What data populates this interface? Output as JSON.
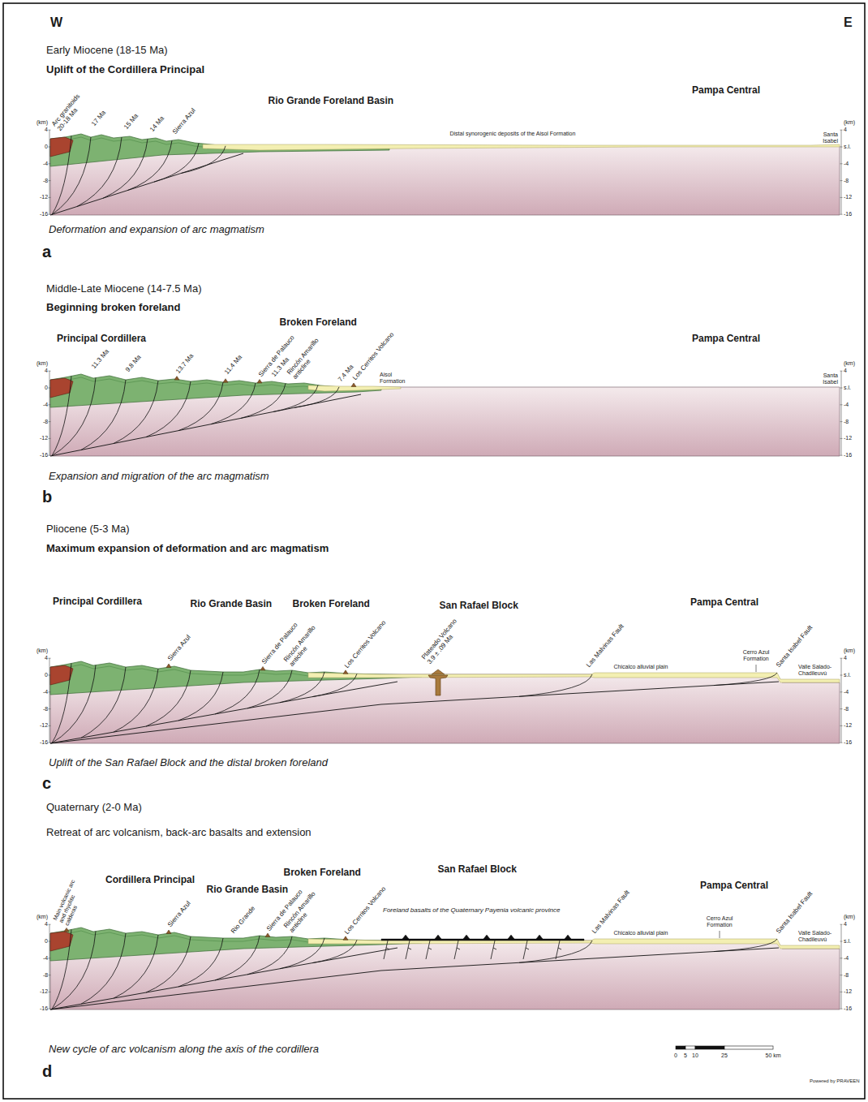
{
  "diagram": {
    "labels": [
      "W",
      "E",
      "Early Miocene (18-15 Ma)",
      "Uplift of the Cordillera Principal",
      "Rio Grande Foreland Basin",
      "Pampa Central",
      "Arc granitoids 20-18 Ma",
      "17 Ma",
      "15 Ma",
      "14 Ma",
      "Sierra Azul",
      "Distal synorogenic deposits of the Aisol Formation",
      "Santa Isabel",
      "(km)",
      "4",
      "0",
      "-4",
      "-8",
      "-12",
      "-16",
      "(km)",
      "4",
      "s.l.",
      "-4",
      "-8",
      "-12",
      "-16",
      "Deformation and expansion of arc magmatism",
      "a",
      "Middle-Late Miocene (14-7.5 Ma)",
      "Beginning broken foreland",
      "Principal Cordillera",
      "Broken Foreland",
      "Pampa Central",
      "11.3 Ma",
      "9.8 Ma",
      "13.7 Ma",
      "11.4 Ma",
      "Sierra de Palauco",
      "11.3 Ma",
      "Rincón Amarillo anticline",
      "7.4 Ma",
      "Los Cerritos Volcano",
      "Aisol Formation",
      "Santa Isabel",
      "(km)",
      "4",
      "0",
      "-4",
      "-8",
      "-12",
      "-16",
      "(km)",
      "4",
      "s.l.",
      "-4",
      "-8",
      "-12",
      "-16",
      "Expansion and migration of the arc magmatism",
      "b",
      "Pliocene (5-3 Ma)",
      "Maximum expansion of deformation and arc magmatism",
      "Principal Cordillera",
      "Rio Grande Basin",
      "Broken Foreland",
      "San Rafael Block",
      "Pampa Central",
      "Sierra Azul",
      "Sierra de Palauco",
      "Rincón Amarillo anticline",
      "Los Cerritos Volcano",
      "Plateado Volcano 3.9 ± .09 Ma",
      "Las Malvinas Fault",
      "Chicalco alluvial plain",
      "Cerro Azul Formation",
      "Santa Isabel Fault",
      "Valle Salado-Chadileuvú",
      "(km)",
      "4",
      "0",
      "-4",
      "-8",
      "-12",
      "-16",
      "(km)",
      "4",
      "s.l.",
      "-4",
      "-8",
      "-12",
      "-16",
      "Uplift of the San Rafael Block and the distal broken foreland",
      "c",
      "Quaternary (2-0 Ma)",
      "Retreat of arc volcanism, back-arc basalts and extension",
      "Cordillera Principal",
      "Rio Grande Basin",
      "Broken Foreland",
      "San Rafael Block",
      "Pampa Central",
      "Main volcanic arc and rhyolitic calderas",
      "Sierra Azul",
      "Rio Grande",
      "Sierra de Palauco",
      "Rincón Amarillo anticline",
      "Los Cerritos Volcano",
      "Foreland basalts of the Quaternary Payenia volcanic province",
      "Las Malvinas Fault",
      "Chicalco alluvial plain",
      "Cerro Azul Formation",
      "Santa Isabel Fault",
      "Valle Salado-Chadileuvú",
      "(km)",
      "4",
      "0",
      "-4",
      "-8",
      "-12",
      "-16",
      "(km)",
      "4",
      "s.l.",
      "-4",
      "-8",
      "-12",
      "-16",
      "New cycle of arc volcanism along the axis of the cordillera",
      "d",
      "0",
      "5",
      "10",
      "25",
      "50 km",
      "Powered by PRAVEEN"
    ]
  }
}
